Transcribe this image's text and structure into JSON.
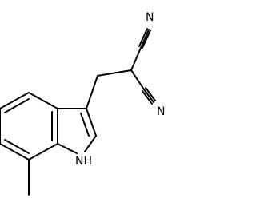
{
  "molecule": {
    "atoms": {
      "nitrile_top_n": "N",
      "nitrile_bottom_n": "N",
      "indole_nh": "NH"
    }
  },
  "colors": {
    "bond": "#000000",
    "text": "#000000",
    "background": "#ffffff"
  }
}
